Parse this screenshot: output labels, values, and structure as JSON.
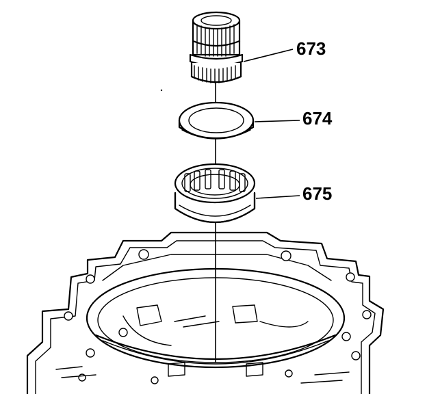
{
  "callouts": [
    {
      "id": "673",
      "label": "673"
    },
    {
      "id": "674",
      "label": "674"
    },
    {
      "id": "675",
      "label": "675"
    }
  ]
}
